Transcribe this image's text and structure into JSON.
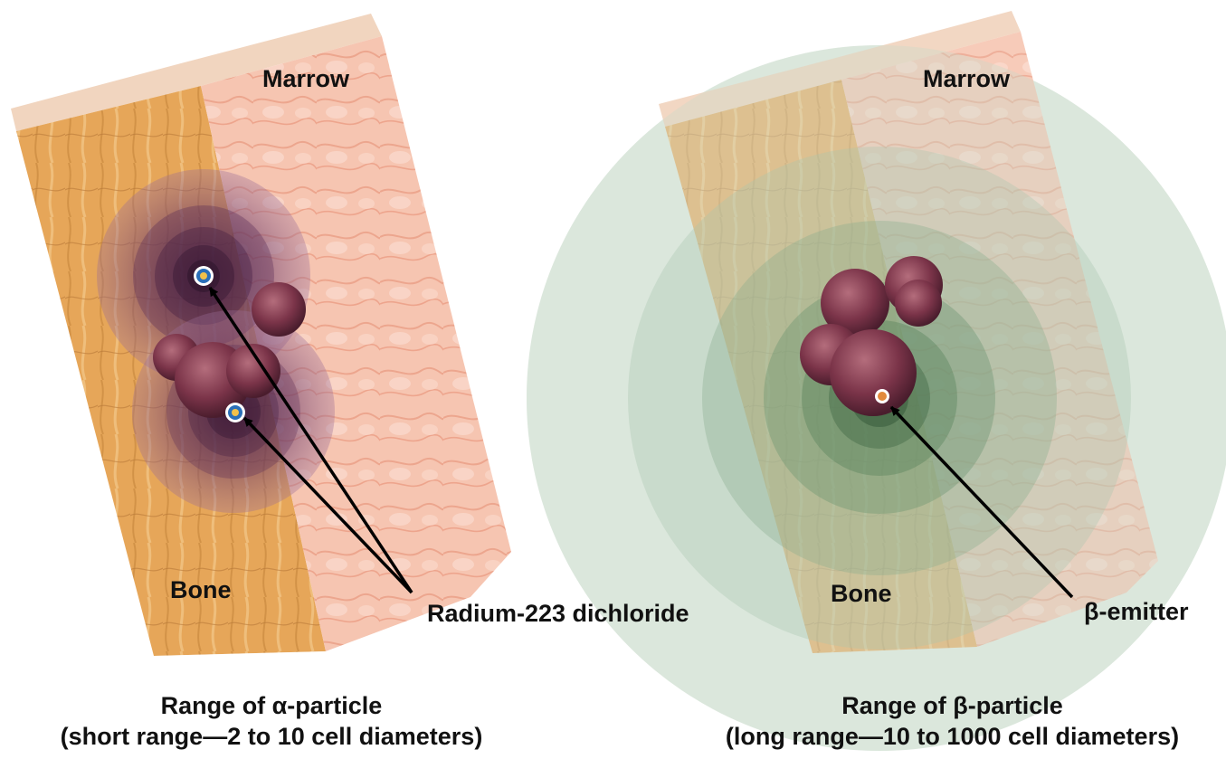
{
  "alpha_panel": {
    "marrow_label": "Marrow",
    "bone_label": "Bone",
    "caption_line1": "Range of α-particle",
    "caption_line2": "(short range—2 to 10 cell diameters)"
  },
  "beta_panel": {
    "marrow_label": "Marrow",
    "bone_label": "Bone",
    "emitter_label": "β-emitter",
    "caption_line1": "Range of β-particle",
    "caption_line2": "(long range—10 to 1000 cell diameters)"
  },
  "shared": {
    "radium_label": "Radium-223 dichloride"
  },
  "colors": {
    "bone": "#e3a455",
    "marrow": "#f2b39c",
    "alpha_halo": "#6e3b6a",
    "beta_halo": "#5f8a66",
    "tumor": "#7d3a4c",
    "arrow": "#000000"
  }
}
